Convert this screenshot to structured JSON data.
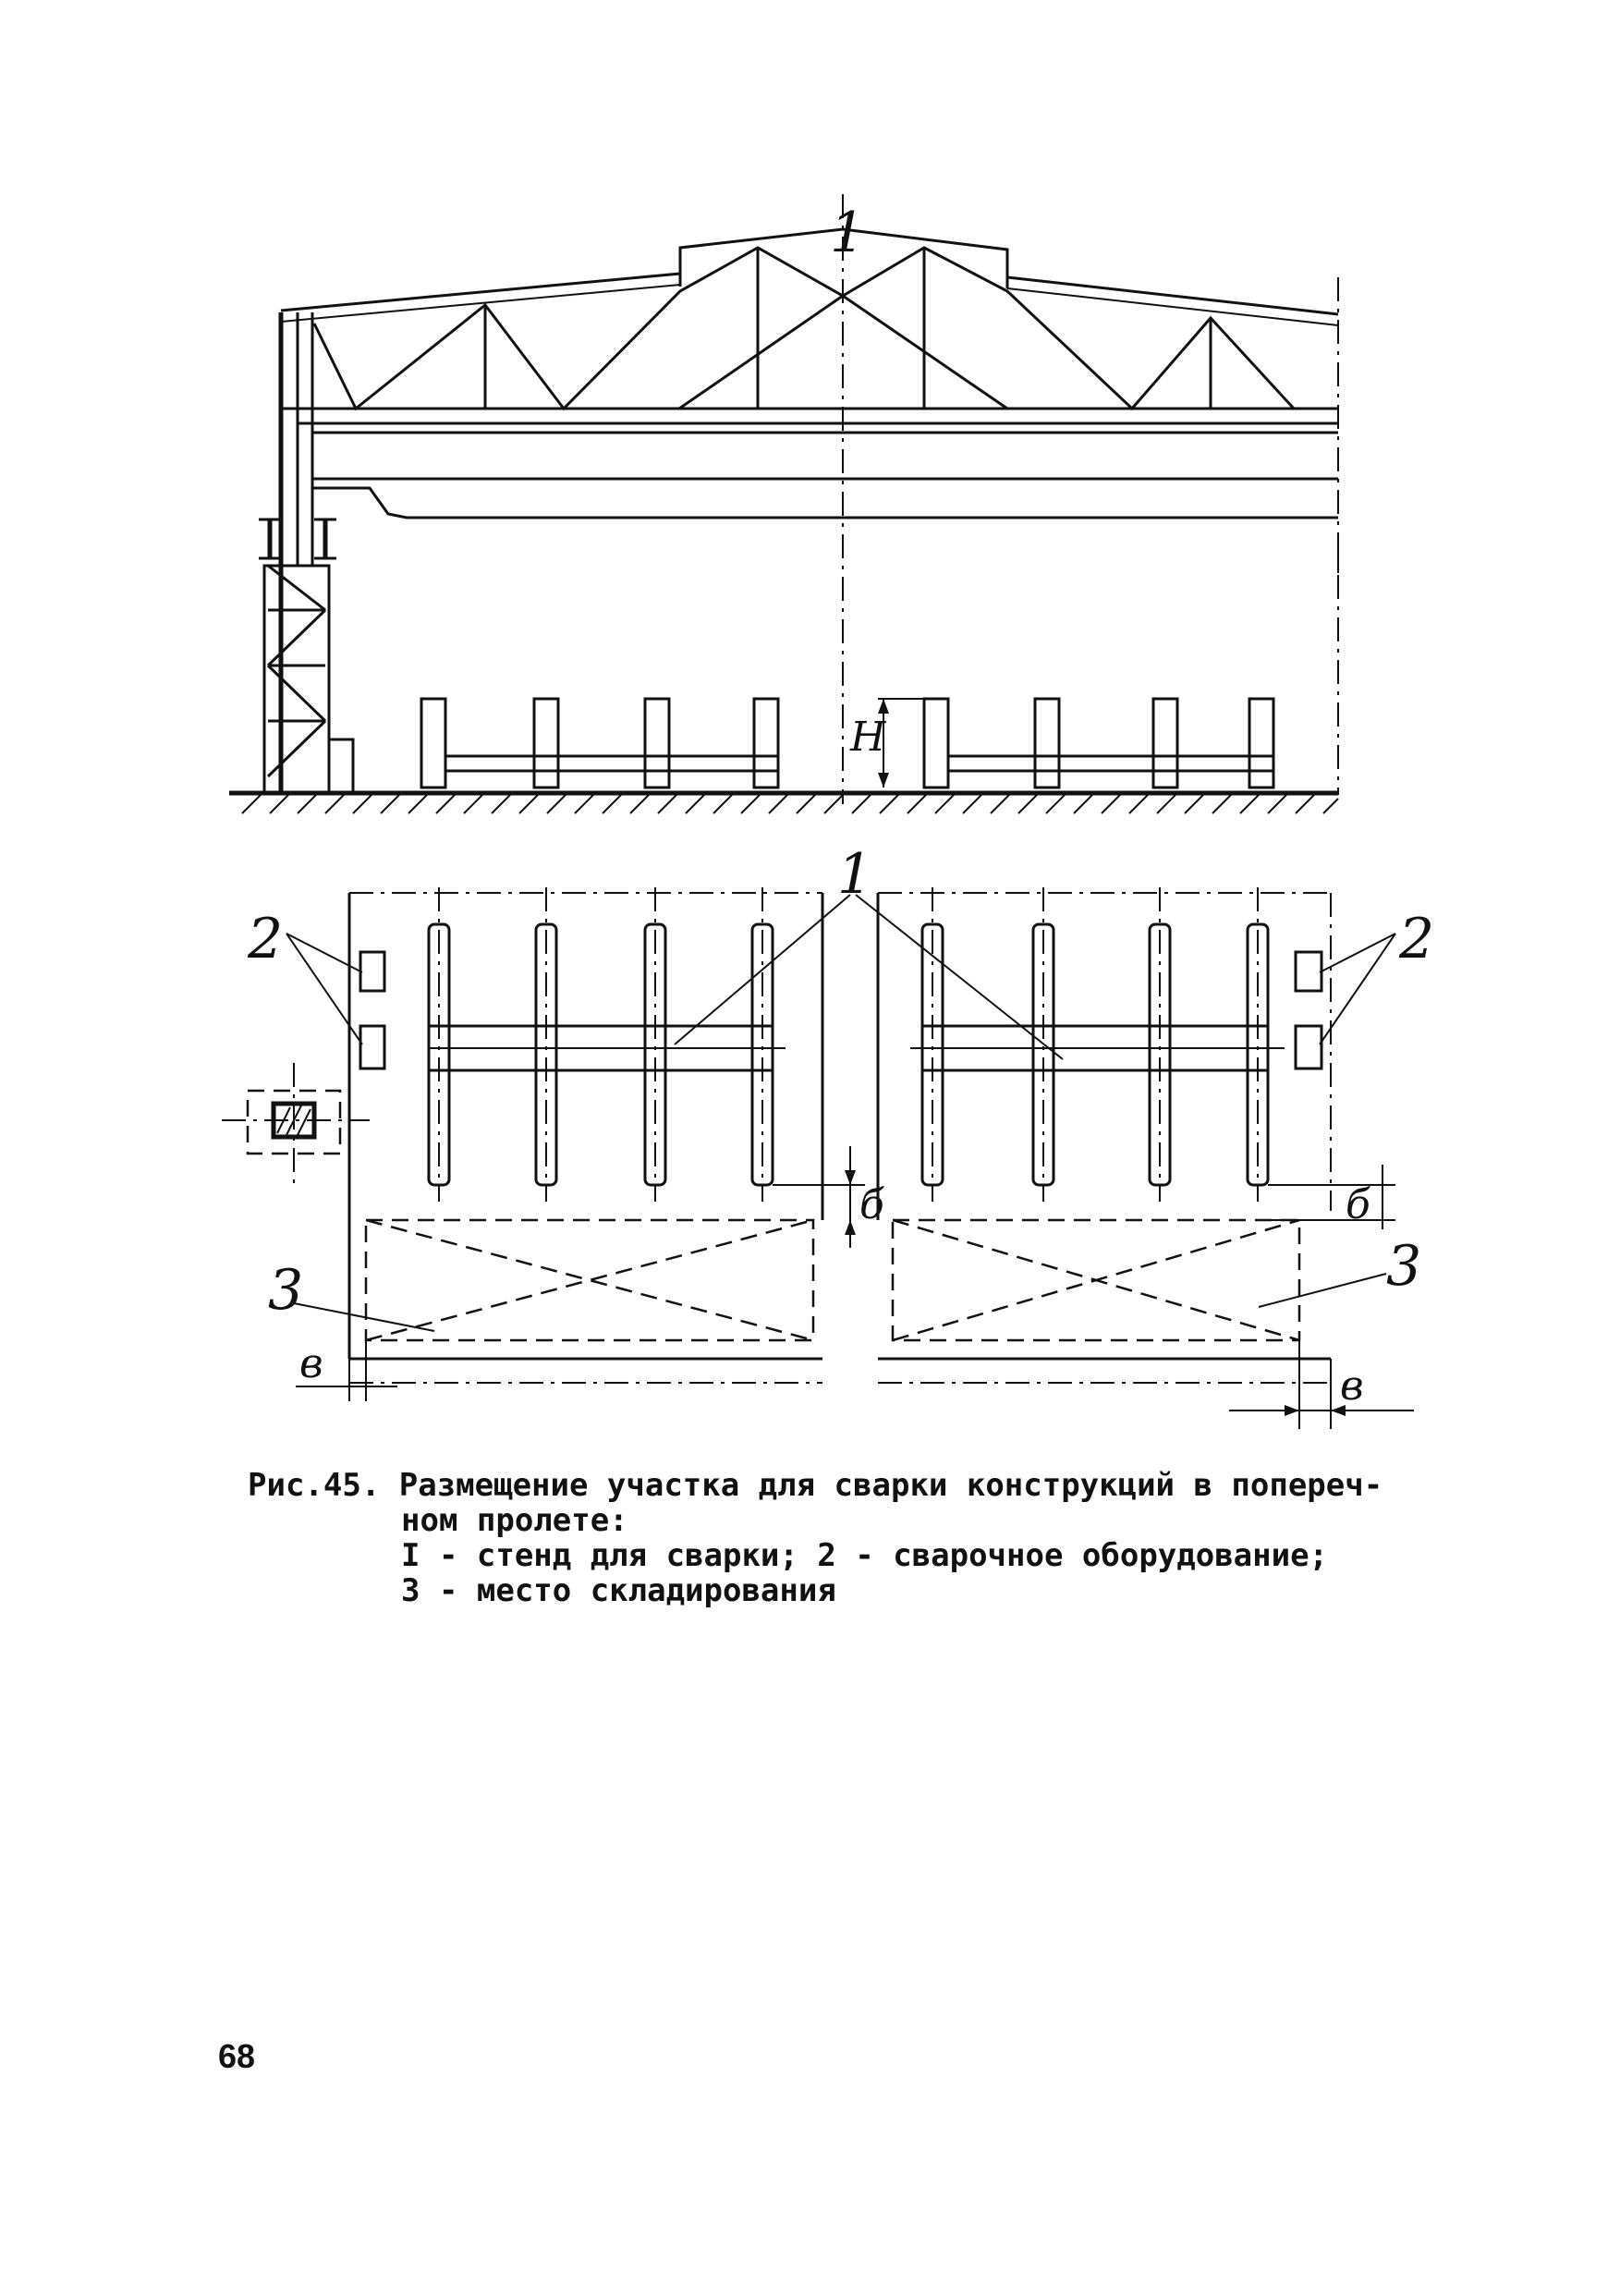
{
  "labels": {
    "stand": "1",
    "equipment": "2",
    "storage": "3",
    "height": "H",
    "gap_b": "б",
    "gap_v": "в",
    "column_mark": "I"
  },
  "caption": {
    "line1": "Рис.45. Размещение участка для сварки конструкций в попереч-",
    "line2": "ном пролете:",
    "line3": "I - стенд для сварки; 2 - сварочное оборудование;",
    "line4": "3 - место складирования"
  },
  "page_number": "68"
}
